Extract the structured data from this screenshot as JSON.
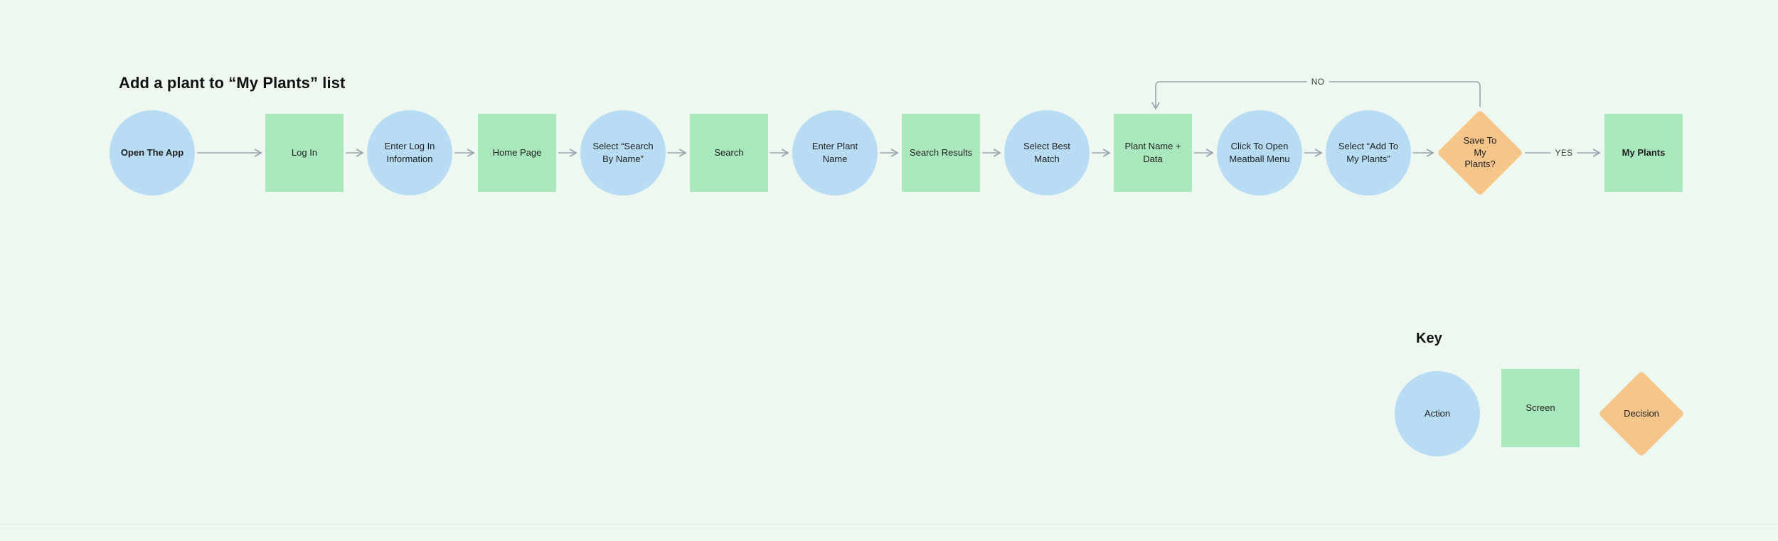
{
  "title": "Add a plant to “My Plants” list",
  "flow": {
    "nodes": [
      {
        "label": "Open The App",
        "type": "action"
      },
      {
        "label": "Log In",
        "type": "screen"
      },
      {
        "label": "Enter Log In Information",
        "type": "action"
      },
      {
        "label": "Home Page",
        "type": "screen"
      },
      {
        "label": "Select “Search By Name”",
        "type": "action"
      },
      {
        "label": "Search",
        "type": "screen"
      },
      {
        "label": "Enter Plant Name",
        "type": "action"
      },
      {
        "label": "Search Results",
        "type": "screen"
      },
      {
        "label": "Select Best Match",
        "type": "action"
      },
      {
        "label": "Plant Name + Data",
        "type": "screen"
      },
      {
        "label": "Click To Open Meatball Menu",
        "type": "action"
      },
      {
        "label": "Select “Add To My Plants”",
        "type": "action"
      },
      {
        "label": "Save To My Plants?",
        "type": "decision"
      },
      {
        "label": "My Plants",
        "type": "screen"
      }
    ],
    "connector_labels": {
      "no": "NO",
      "yes": "YES"
    }
  },
  "key": {
    "title": "Key",
    "items": [
      {
        "label": "Action",
        "shape": "circle"
      },
      {
        "label": "Screen",
        "shape": "rectangle"
      },
      {
        "label": "Decision",
        "shape": "diamond"
      }
    ]
  },
  "colors": {
    "background": "#eef8f1",
    "action": "#b8dcf4",
    "screen": "#a9e8bd",
    "decision": "#f6c589",
    "connector": "#9aa3ab"
  }
}
